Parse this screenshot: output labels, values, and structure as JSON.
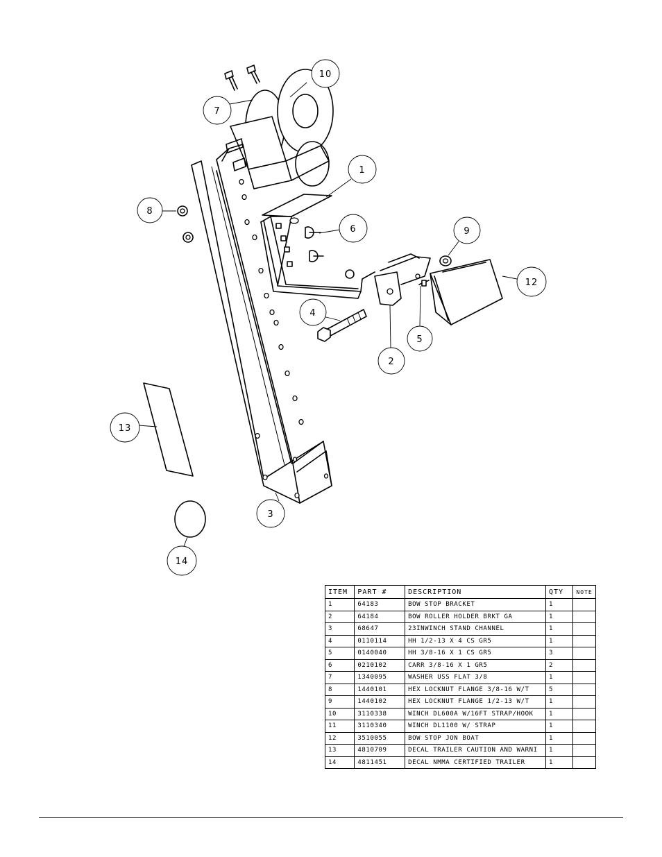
{
  "callouts": [
    {
      "id": "c1",
      "label": "1"
    },
    {
      "id": "c2",
      "label": "2"
    },
    {
      "id": "c3",
      "label": "3"
    },
    {
      "id": "c4",
      "label": "4"
    },
    {
      "id": "c5",
      "label": "5"
    },
    {
      "id": "c6",
      "label": "6"
    },
    {
      "id": "c7",
      "label": "7"
    },
    {
      "id": "c8",
      "label": "8"
    },
    {
      "id": "c9",
      "label": "9"
    },
    {
      "id": "c10",
      "label": "10"
    },
    {
      "id": "c12",
      "label": "12"
    },
    {
      "id": "c13",
      "label": "13"
    },
    {
      "id": "c14",
      "label": "14"
    }
  ],
  "bom": {
    "headers": {
      "item": "ITEM",
      "part": "PART #",
      "description": "DESCRIPTION",
      "qty": "QTY",
      "note": "NOTE"
    },
    "rows": [
      {
        "item": "1",
        "part": "64183",
        "description": "BOW STOP BRACKET",
        "qty": "1",
        "note": ""
      },
      {
        "item": "2",
        "part": "64184",
        "description": "BOW ROLLER HOLDER BRKT GA",
        "qty": "1",
        "note": ""
      },
      {
        "item": "3",
        "part": "68647",
        "description": "23INWINCH STAND CHANNEL",
        "qty": "1",
        "note": ""
      },
      {
        "item": "4",
        "part": "0110114",
        "description": "HH 1/2-13 X 4 CS GR5",
        "qty": "1",
        "note": ""
      },
      {
        "item": "5",
        "part": "0140040",
        "description": "HH 3/8-16 X 1 CS GR5",
        "qty": "3",
        "note": ""
      },
      {
        "item": "6",
        "part": "0210102",
        "description": "CARR 3/8-16 X 1 GR5",
        "qty": "2",
        "note": ""
      },
      {
        "item": "7",
        "part": "1340095",
        "description": "WASHER USS FLAT 3/8",
        "qty": "1",
        "note": ""
      },
      {
        "item": "8",
        "part": "1440101",
        "description": "HEX LOCKNUT FLANGE 3/8-16 W/T",
        "qty": "5",
        "note": ""
      },
      {
        "item": "9",
        "part": "1440102",
        "description": "HEX LOCKNUT FLANGE 1/2-13 W/T",
        "qty": "1",
        "note": ""
      },
      {
        "item": "10",
        "part": "3110338",
        "description": "WINCH DL600A W/16FT STRAP/HOOK",
        "qty": "1",
        "note": ""
      },
      {
        "item": "11",
        "part": "3110340",
        "description": "WINCH DL1100 W/ STRAP",
        "qty": "1",
        "note": ""
      },
      {
        "item": "12",
        "part": "3510055",
        "description": "BOW STOP  JON BOAT",
        "qty": "1",
        "note": ""
      },
      {
        "item": "13",
        "part": "4810709",
        "description": "DECAL TRAILER CAUTION AND WARNI",
        "qty": "1",
        "note": ""
      },
      {
        "item": "14",
        "part": "4811451",
        "description": "DECAL NMMA CERTIFIED TRAILER",
        "qty": "1",
        "note": ""
      }
    ]
  }
}
